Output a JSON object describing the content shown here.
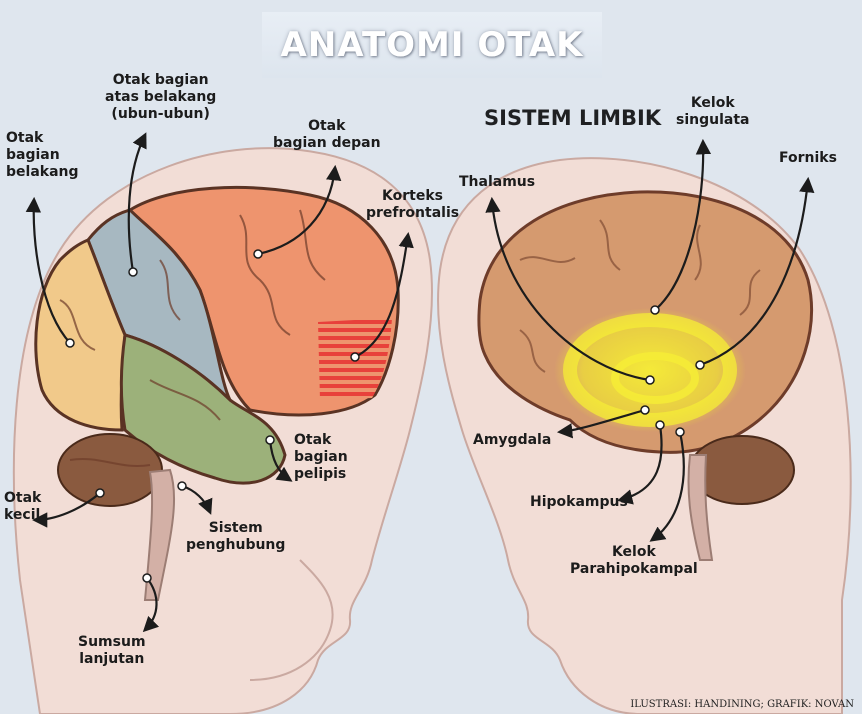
{
  "title": "ANATOMI OTAK",
  "subtitle": "SISTEM LIMBIK",
  "left_labels": {
    "occipital": "Otak\nbagian\nbelakang",
    "parietal": "Otak bagian\natas belakang\n(ubun-ubun)",
    "frontal": "Otak\nbagian depan",
    "prefrontal": "Korteks\nprefrontalis",
    "temporal": "Otak\nbagian\npelipis",
    "cerebellum": "Otak\nkecil",
    "brainstem": "Sistem\npenghubung",
    "medulla": "Sumsum\nlanjutan"
  },
  "right_labels": {
    "thalamus": "Thalamus",
    "cingulate": "Kelok\nsingulata",
    "fornix": "Forniks",
    "amygdala": "Amygdala",
    "hippocampus": "Hipokampus",
    "parahippocampal": "Kelok\nParahipokampal"
  },
  "credit": "ILUSTRASI: HANDINING; GRAFIK: NOVAN",
  "colors": {
    "background": "#dfe6ee",
    "skin": "#f2ddd6",
    "occipital": "#f1c98a",
    "parietal": "#a7b8c1",
    "frontal": "#ee946e",
    "prefrontal": "#e8413b",
    "temporal": "#9cb17a",
    "cerebellum": "#8a5a3f",
    "limbic_brain": "#d59a6f",
    "limbic_glow": "#f3ea2c"
  }
}
